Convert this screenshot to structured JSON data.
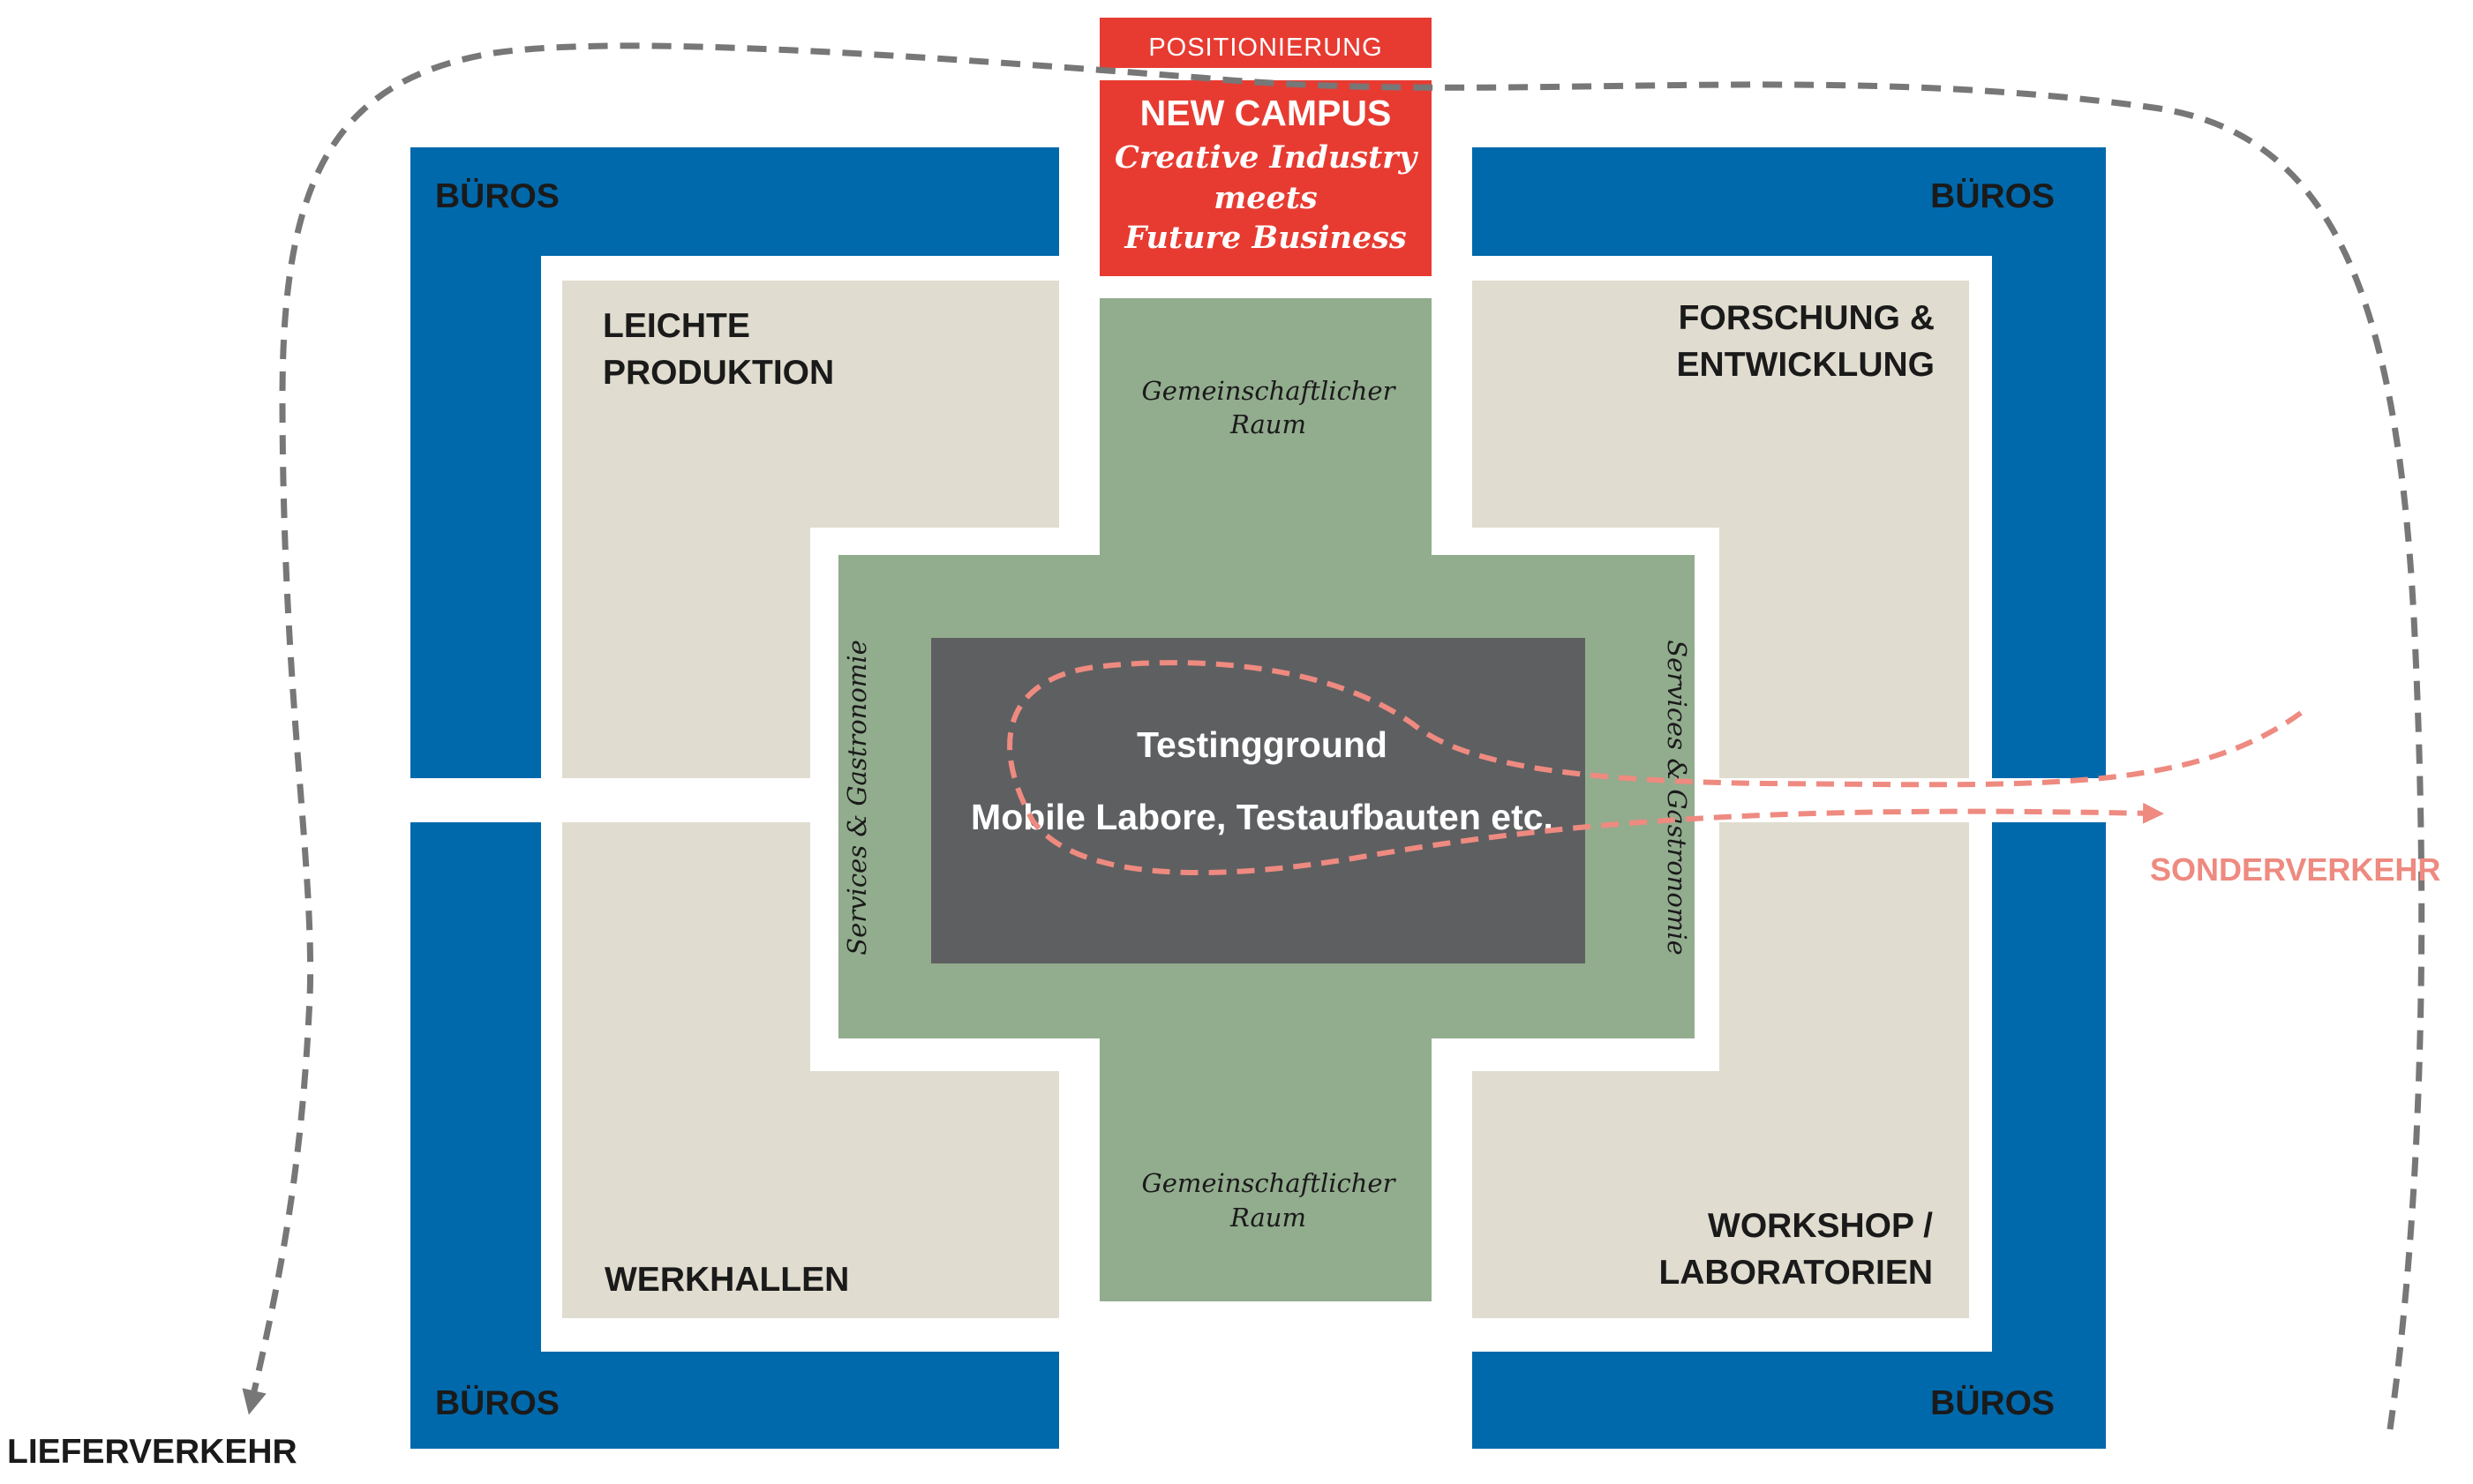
{
  "header": {
    "tag": "POSITIONIERUNG",
    "title": "NEW CAMPUS",
    "subtitle_lines": [
      "Creative Industry",
      "meets",
      "Future Business"
    ]
  },
  "zones": {
    "offices_label": "BÜROS",
    "light_production": [
      "LEICHTE",
      "PRODUKTION"
    ],
    "research": [
      "FORSCHUNG &",
      "ENTWICKLUNG"
    ],
    "workshops": [
      "WERKHALLEN"
    ],
    "labs": [
      "WORKSHOP /",
      "LABORATORIEN"
    ]
  },
  "common_space": [
    "Gemeinschaftlicher",
    "Raum"
  ],
  "services": "Services & Gastronomie",
  "center": {
    "title": "Testingground",
    "subtitle": "Mobile Labore, Testaufbauten etc."
  },
  "traffic": {
    "delivery": "LIEFERVERKEHR",
    "special": "SONDERVERKEHR"
  },
  "colors": {
    "blue": "#0069AC",
    "beige": "#E0DCCF",
    "green": "#92AC8E",
    "dark": "#5E5F61",
    "red": "#E73B32",
    "salmon": "#EE8A80",
    "gray_dash": "#777777"
  }
}
